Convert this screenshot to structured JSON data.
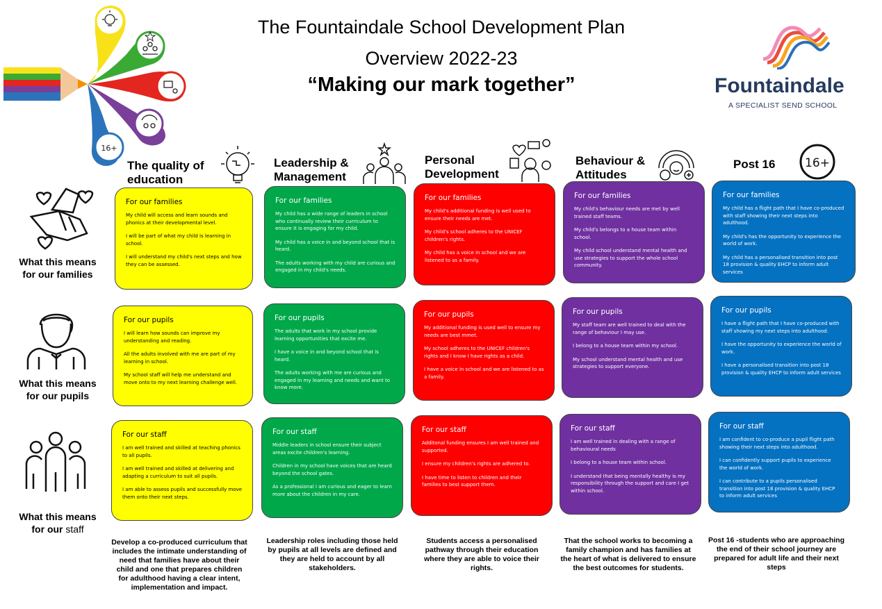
{
  "header": {
    "title_line1": "The Fountaindale School Development Plan",
    "title_line2": "Overview 2022-23",
    "motto": "“Making our mark together”"
  },
  "logo": {
    "name": "Fountaindale",
    "tagline": "A SPECIALIST SEND SCHOOL",
    "colors": [
      "#e94e3d",
      "#f6a623",
      "#f28bb6",
      "#7b4fa0",
      "#2a6fba"
    ]
  },
  "pencil_graphic": {
    "stripe_colors": [
      "#f7e21a",
      "#3aaa35",
      "#e3261f",
      "#7a3f98",
      "#2b74bb"
    ],
    "badge": "16+"
  },
  "columns": [
    {
      "title": "The quality of education",
      "icon": "lightbulb-icon"
    },
    {
      "title": "Leadership & Management",
      "icon": "team-leader-icon"
    },
    {
      "title": "Personal Development",
      "icon": "personal-development-icon"
    },
    {
      "title": "Behaviour & Attitudes",
      "icon": "behaviour-dial-icon"
    },
    {
      "title": "Post 16",
      "icon": "sixteen-plus-icon",
      "badge": "16+"
    }
  ],
  "rows": [
    {
      "label_line1": "What this means",
      "label_line2": "for our families",
      "icon": "hands-hearts-icon"
    },
    {
      "label_line1": "What this means",
      "label_line2": "for our pupils",
      "icon": "pupil-icon"
    },
    {
      "label_line1": "What this means",
      "label_line2_bold": "for our",
      "label_line2_normal": " staff",
      "icon": "staff-group-icon"
    }
  ],
  "cards": {
    "families": [
      {
        "heading": "For our families",
        "items": [
          "My child will access and learn sounds and phonics at their developmental level.",
          "I will be part of what my child is learning in school.",
          "I will understand my child's next steps and how they can be assessed."
        ]
      },
      {
        "heading": "For our families",
        "items": [
          "My child has a wide range of leaders in school who continually review their curriculum to ensure it is engaging for my child.",
          "My child has a voice in and beyond school that is heard.",
          "The adults working with my child are curious and engaged in my child's needs."
        ]
      },
      {
        "heading": "For our families",
        "items": [
          "My child's additional funding is well used to ensure their needs are met.",
          "My child's school adheres to the UNICEF children's rights.",
          "My child has a voice in school and we are listened to as a family."
        ]
      },
      {
        "heading": "For our families",
        "items": [
          "My child's behaviour needs are met by well trained staff  teams.",
          "My child's belongs to a house team within school.",
          "My child school understand mental health and use strategies to support the whole school community."
        ]
      },
      {
        "heading": "For our families",
        "items": [
          "My child has a flight path  that I have co-produced with staff showing their next steps into adulthood.",
          "My child's has the opportunity to experience the world of work.",
          "My child has a personalised transition into post 18 provision & quality EHCP to inform adult  services"
        ]
      }
    ],
    "pupils": [
      {
        "heading": "For our pupils",
        "items": [
          "I will learn how sounds can improve my understanding and reading.",
          "All the adults involved with me are part of my learning in school.",
          "My school staff will help me understand and move onto to my next learning challenge well."
        ]
      },
      {
        "heading": "For our pupils",
        "items": [
          "The adults that work in my school provide learning opportunities that excite me.",
          "I have a voice in and beyond school that is heard.",
          "The adults working with me are curious and engaged in my learning and needs and want to know more."
        ]
      },
      {
        "heading": "For our pupils",
        "items": [
          "My additional funding is used well to ensure my needs are best mmet.",
          "My school adheres to the UNICEF children's rights and I know I have rights as a child.",
          "I have a voice in school and we are listened to as a family."
        ]
      },
      {
        "heading": "For our pupils",
        "items": [
          "My staff team are well trained to deal with the range of behaviour I may use.",
          "I belong to a house team within my school.",
          "My school understand mental health and use strategies to support everyone."
        ]
      },
      {
        "heading": "For our pupils",
        "items": [
          "I have a flight path  that I have co-produced with staff showing my next steps into adulthood.",
          "I have the opportunity to experience the world of work.",
          "I have a personalised transition into post 18 provision & quality EHCP to inform adult  services"
        ]
      }
    ],
    "staff": [
      {
        "heading": "For our staff",
        "items": [
          "I am well trained and skilled at teaching phonics to all pupils.",
          "I am well trained and skilled at delivering and adapting a curriculum to suit all pupils.",
          "I am able to assess pupils and successfully move them onto their next steps."
        ]
      },
      {
        "heading": "For our staff",
        "items": [
          "Middle leaders in school ensure their subject areas excite children's learning.",
          "Children in my school have voices that are heard beyond the school gates.",
          "As a professional I am curious and eager to learn more about the children in my care."
        ]
      },
      {
        "heading": "For our staff",
        "items": [
          "Additonal funding ensures I am well trained and supported.",
          "I ensure my children's rights are adhered to.",
          "I have time to listen to children and their families to best support them."
        ]
      },
      {
        "heading": "For our staff",
        "items": [
          "I am well trained in dealing with a range of behavioural needs",
          "I belong to a house team within school.",
          "I understand that being mentally healthy is my responsibility through the support and care I get within school."
        ]
      },
      {
        "heading": "For our staff",
        "items": [
          "I am confident to co-produce a pupil flight path showing their next steps into adulthood.",
          "I can confidently support pupils to experience the world of work.",
          "I can contribute to a pupils personalised transition into post 18 provision & quality EHCP to inform adult  services"
        ]
      }
    ]
  },
  "summaries": [
    "Develop a co-produced curriculum that includes the intimate understanding of need that families have about their child and one that prepares children for adulthood having a clear intent, implementation and impact.",
    "Leadership roles including those held by pupils at all levels are defined and they are held to account by all stakeholders.",
    "Students access a personalised pathway through their education where they are able to voice their rights.",
    "That the school works to becoming a family champion and has families at the heart of what is delivered to ensure the best outcomes for students.",
    "Post 16 -students who are approaching the end of their school journey are prepared for adult life and their next steps"
  ]
}
